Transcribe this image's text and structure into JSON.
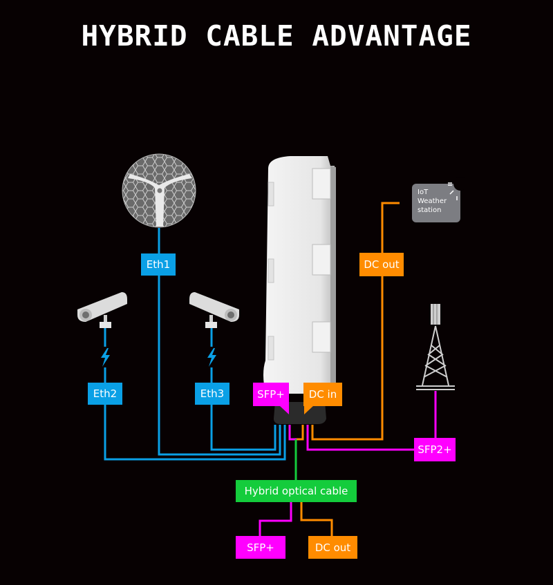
{
  "title": "HYBRID CABLE ADVANTAGE",
  "colors": {
    "background": "#070102",
    "ethernet": "#0aa0e6",
    "sfp": "#ff00ff",
    "dc": "#ff8c00",
    "hybrid": "#14cc3c",
    "device": "#e8e8e8",
    "iot_box": "#7c7d82"
  },
  "labels": {
    "eth1": "Eth1",
    "eth2": "Eth2",
    "eth3": "Eth3",
    "sfp_plus_top": "SFP+",
    "dc_in": "DC in",
    "dc_out_top": "DC out",
    "sfp2_plus": "SFP2+",
    "hybrid_cable": "Hybrid optical cable",
    "sfp_plus_bottom": "SFP+",
    "dc_out_bottom": "DC out"
  },
  "iot": {
    "line1": "IoT",
    "line2": "Weather",
    "line3": "station"
  },
  "devices": {
    "antenna": "dish-antenna-icon",
    "camera_left": "security-camera-icon",
    "camera_right": "security-camera-icon",
    "router": "outdoor-router-device",
    "tower": "cell-tower-icon",
    "weather": "iot-weather-station"
  }
}
